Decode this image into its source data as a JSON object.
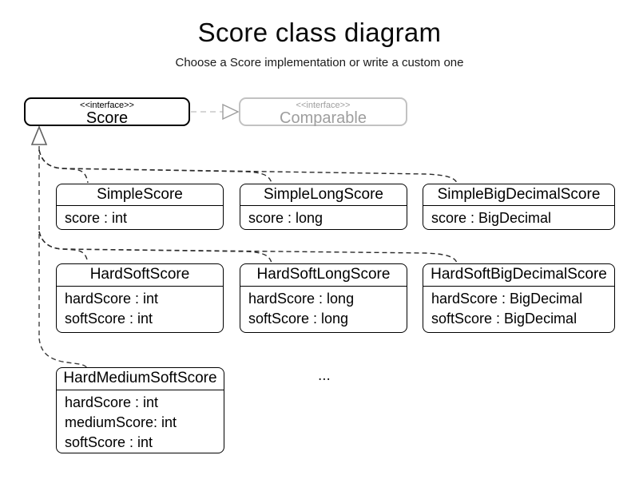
{
  "title": "Score class diagram",
  "subtitle": "Choose a Score implementation or write a custom one",
  "interfaces": {
    "score": {
      "stereotype": "<<interface>>",
      "name": "Score"
    },
    "comparable": {
      "stereotype": "<<interface>>",
      "name": "Comparable"
    }
  },
  "classes": [
    {
      "name": "SimpleScore",
      "attributes": [
        "score : int"
      ]
    },
    {
      "name": "SimpleLongScore",
      "attributes": [
        "score : long"
      ]
    },
    {
      "name": "SimpleBigDecimalScore",
      "attributes": [
        "score : BigDecimal"
      ]
    },
    {
      "name": "HardSoftScore",
      "attributes": [
        "hardScore : int",
        "softScore : int"
      ]
    },
    {
      "name": "HardSoftLongScore",
      "attributes": [
        "hardScore : long",
        "softScore : long"
      ]
    },
    {
      "name": "HardSoftBigDecimalScore",
      "attributes": [
        "hardScore : BigDecimal",
        "softScore : BigDecimal"
      ]
    },
    {
      "name": "HardMediumSoftScore",
      "attributes": [
        "hardScore : int",
        "mediumScore: int",
        "softScore : int"
      ]
    }
  ],
  "ellipsis": "...",
  "colors": {
    "box_border": "#000000",
    "ghost_border": "#c2c2c2",
    "ghost_text": "#9e9e9e",
    "inherit_line": "#2a2a2a",
    "trunk_line": "#636363",
    "realize_line": "#c8c8c8",
    "realize_arrow": "#9d9d9d"
  }
}
